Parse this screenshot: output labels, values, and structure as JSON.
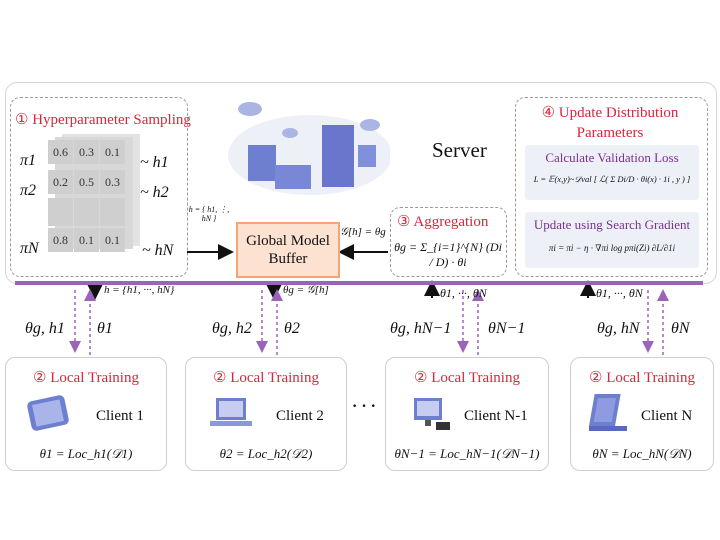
{
  "server": {
    "label": "Server"
  },
  "step1": {
    "title": "① Hyperparameter Sampling",
    "rows": [
      {
        "label": "π1",
        "values": [
          "0.6",
          "0.3",
          "0.1"
        ],
        "sample": "~ h1"
      },
      {
        "label": "π2",
        "values": [
          "0.2",
          "0.5",
          "0.3"
        ],
        "sample": "~ h2"
      },
      {
        "label": "πN",
        "values": [
          "0.8",
          "0.1",
          "0.1"
        ],
        "sample": "~ hN"
      }
    ],
    "set_brace": "h = { h1, ⋮, hN }",
    "down_label": "h = {h1, ···, hN}"
  },
  "buffer": {
    "label": "Global Model Buffer",
    "down_label": "θg = 𝒢[h]",
    "in_label": "𝒢[h] = θg"
  },
  "step3": {
    "title": "③ Aggregation",
    "formula": "θg = Σ_{i=1}^{N} (Di / D) · θi",
    "up_label": "θ1, ···, θN"
  },
  "step4": {
    "title": "④ Update Distribution Parameters",
    "loss_title": "Calculate Validation Loss",
    "loss_formula": "L = 𝔼(x,y)~𝒟val [ ℒ( Σ Di/D · θi(x) · 1i , y ) ]",
    "grad_title": "Update using Search Gradient",
    "grad_formula": "πi = πi − η · ∇πi log pπi(Zi) ∂L/∂1i",
    "up_label": "θ1, ···, θN"
  },
  "clients": [
    {
      "title": "② Local Training",
      "name": "Client 1",
      "down": "θg, h1",
      "up": "θ1",
      "formula": "θ1 = Loc_h1(𝒟1)"
    },
    {
      "title": "② Local Training",
      "name": "Client 2",
      "down": "θg, h2",
      "up": "θ2",
      "formula": "θ2 = Loc_h2(𝒟2)"
    },
    {
      "title": "② Local Training",
      "name": "Client N-1",
      "down": "θg, hN−1",
      "up": "θN−1",
      "formula": "θN−1 = Loc_hN−1(𝒟N−1)"
    },
    {
      "title": "② Local Training",
      "name": "Client N",
      "down": "θg, hN",
      "up": "θN",
      "formula": "θN = Loc_hN(𝒟N)"
    }
  ],
  "ellipsis": "· · ·",
  "colors": {
    "accent": "#d7263d",
    "purple": "#9b64b8",
    "buffer_fill": "#fde2d2"
  }
}
